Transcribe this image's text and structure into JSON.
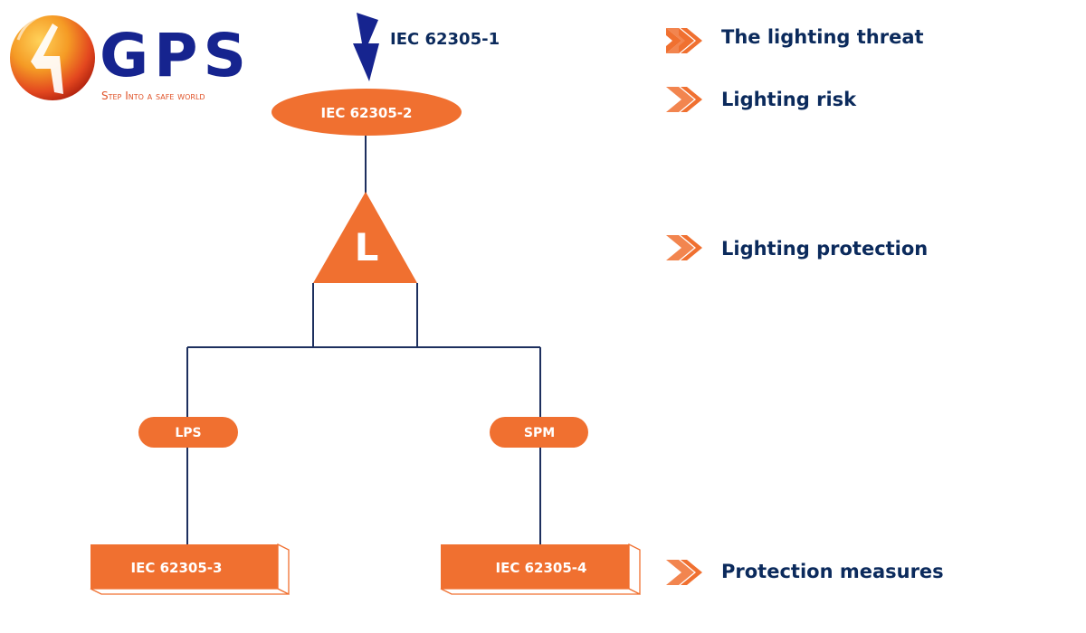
{
  "brand": {
    "logo_text": "GPS",
    "tagline": "Step Into a safe world",
    "colors": {
      "orange": "#f07030",
      "navy": "#0b2a5c",
      "blue": "#16248f",
      "line": "#1d2f5e"
    }
  },
  "diagram": {
    "top_standard": "IEC 62305-1",
    "risk_node": "IEC 62305-2",
    "triangle_letter": "L",
    "left_branch": "LPS",
    "right_branch": "SPM",
    "left_box": "IEC 62305-3",
    "right_box": "IEC 62305-4",
    "icons": {
      "lightning": "lightning-bolt-icon",
      "arrows": "double-chevron-right-icon"
    }
  },
  "legend": {
    "items": [
      "The lighting threat",
      "Lighting risk",
      "Lighting protection",
      "Protection measures"
    ]
  }
}
